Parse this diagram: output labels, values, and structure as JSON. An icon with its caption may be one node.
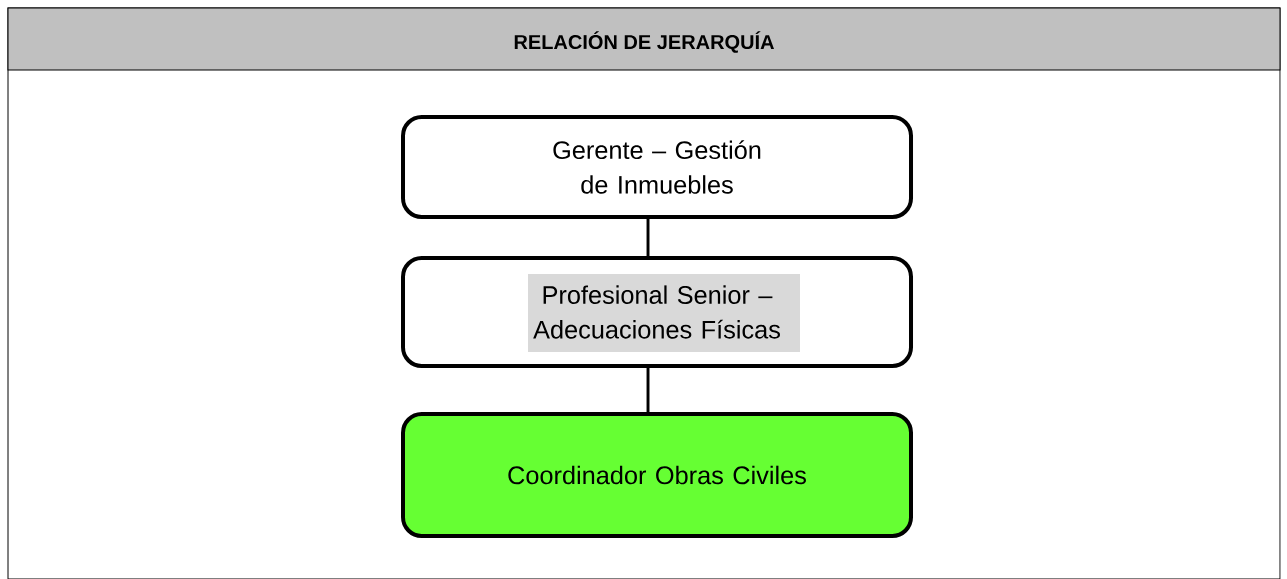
{
  "diagram": {
    "title": "RELACIÓN DE JERARQUÍA",
    "nodes": [
      {
        "text": [
          "Gerente – Gestión de Inmuebles"
        ]
      },
      {
        "text": [
          "Profesional Senior – Adecuaciones Físicas"
        ]
      },
      {
        "text": [
          "Coordinador Obras Civiles"
        ]
      }
    ],
    "edges": [
      {
        "from": 0,
        "to": 1,
        "arrow": "none"
      },
      {
        "from": 1,
        "to": 2,
        "arrow": "none"
      }
    ]
  }
}
